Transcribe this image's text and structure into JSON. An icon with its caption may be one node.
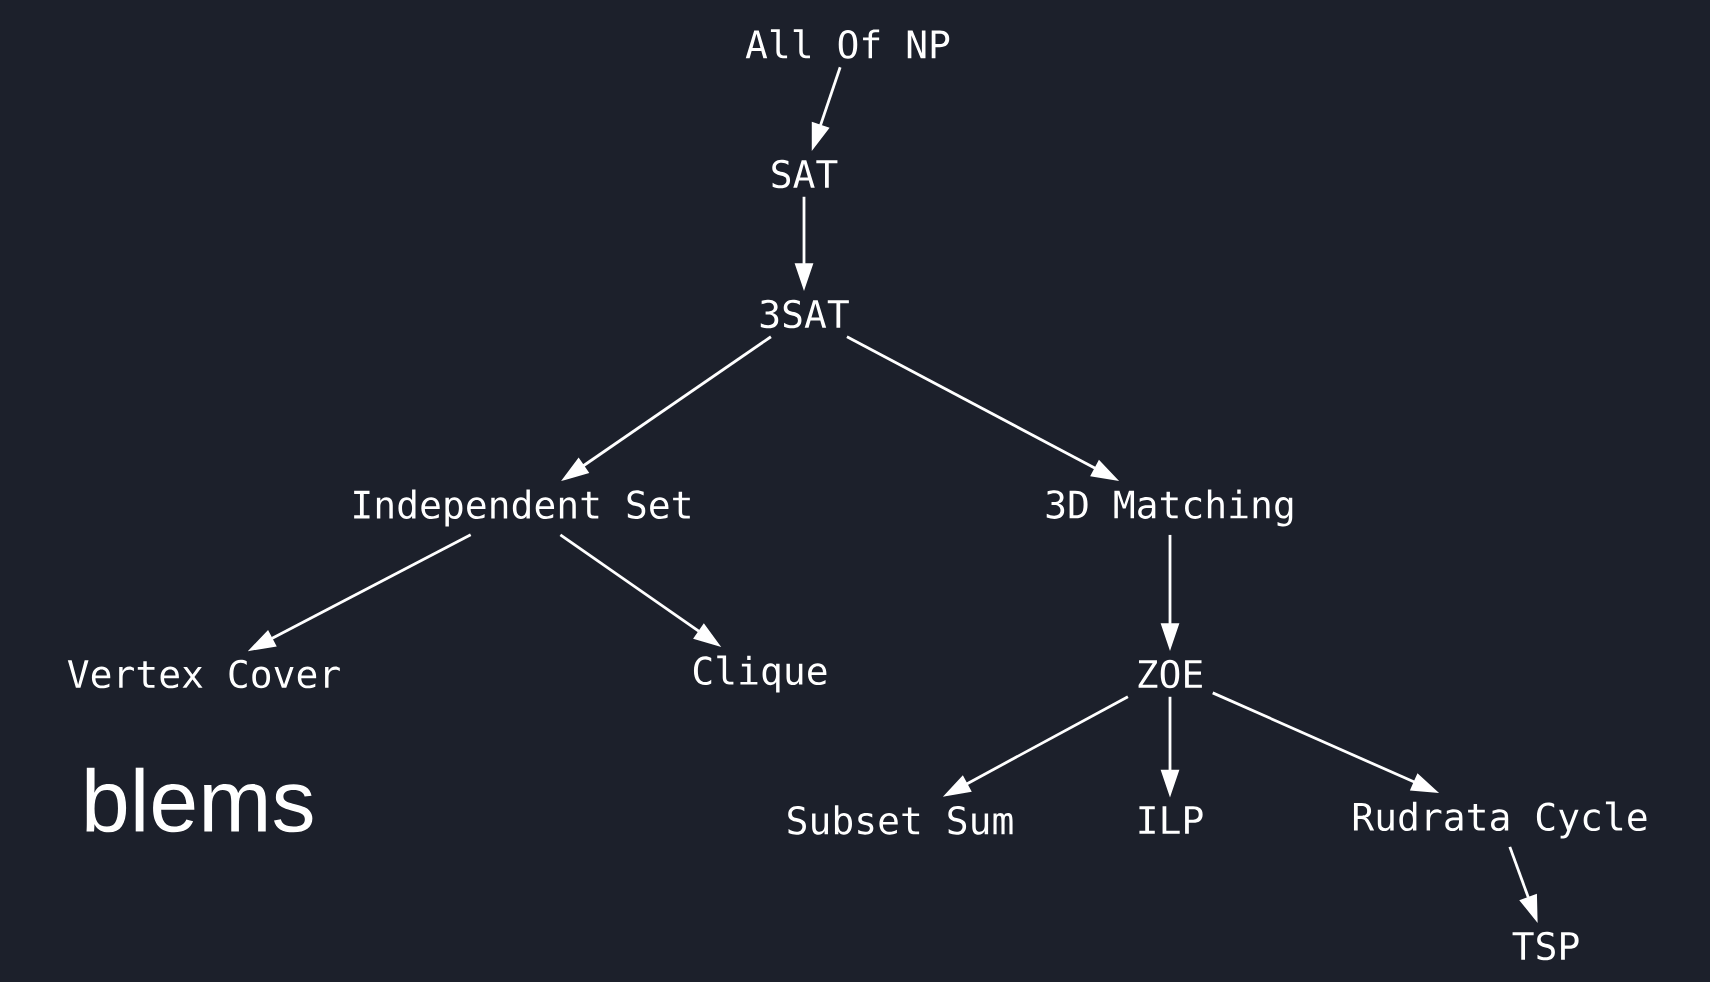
{
  "diagram": {
    "nodes": [
      {
        "text": [
          "All Of NP"
        ]
      },
      {
        "text": [
          "SAT"
        ]
      },
      {
        "text": [
          "3SAT"
        ]
      },
      {
        "text": [
          "Independent Set"
        ]
      },
      {
        "text": [
          "3D Matching"
        ]
      },
      {
        "text": [
          "Vertex Cover"
        ]
      },
      {
        "text": [
          "Clique"
        ]
      },
      {
        "text": [
          "ZOE"
        ]
      },
      {
        "text": [
          "Subset Sum"
        ]
      },
      {
        "text": [
          "ILP"
        ]
      },
      {
        "text": [
          "Rudrata Cycle"
        ]
      },
      {
        "text": [
          "TSP"
        ]
      }
    ],
    "edges": [
      {
        "from": 0,
        "to": 1,
        "arrow": "to"
      },
      {
        "from": 1,
        "to": 2,
        "arrow": "to"
      },
      {
        "from": 2,
        "to": 3,
        "arrow": "to"
      },
      {
        "from": 2,
        "to": 4,
        "arrow": "to"
      },
      {
        "from": 3,
        "to": 5,
        "arrow": "to"
      },
      {
        "from": 3,
        "to": 6,
        "arrow": "to"
      },
      {
        "from": 4,
        "to": 7,
        "arrow": "to"
      },
      {
        "from": 7,
        "to": 8,
        "arrow": "to"
      },
      {
        "from": 7,
        "to": 9,
        "arrow": "to"
      },
      {
        "from": 7,
        "to": 10,
        "arrow": "to"
      },
      {
        "from": 10,
        "to": 11,
        "arrow": "to"
      }
    ],
    "labels": [
      "blems"
    ]
  }
}
